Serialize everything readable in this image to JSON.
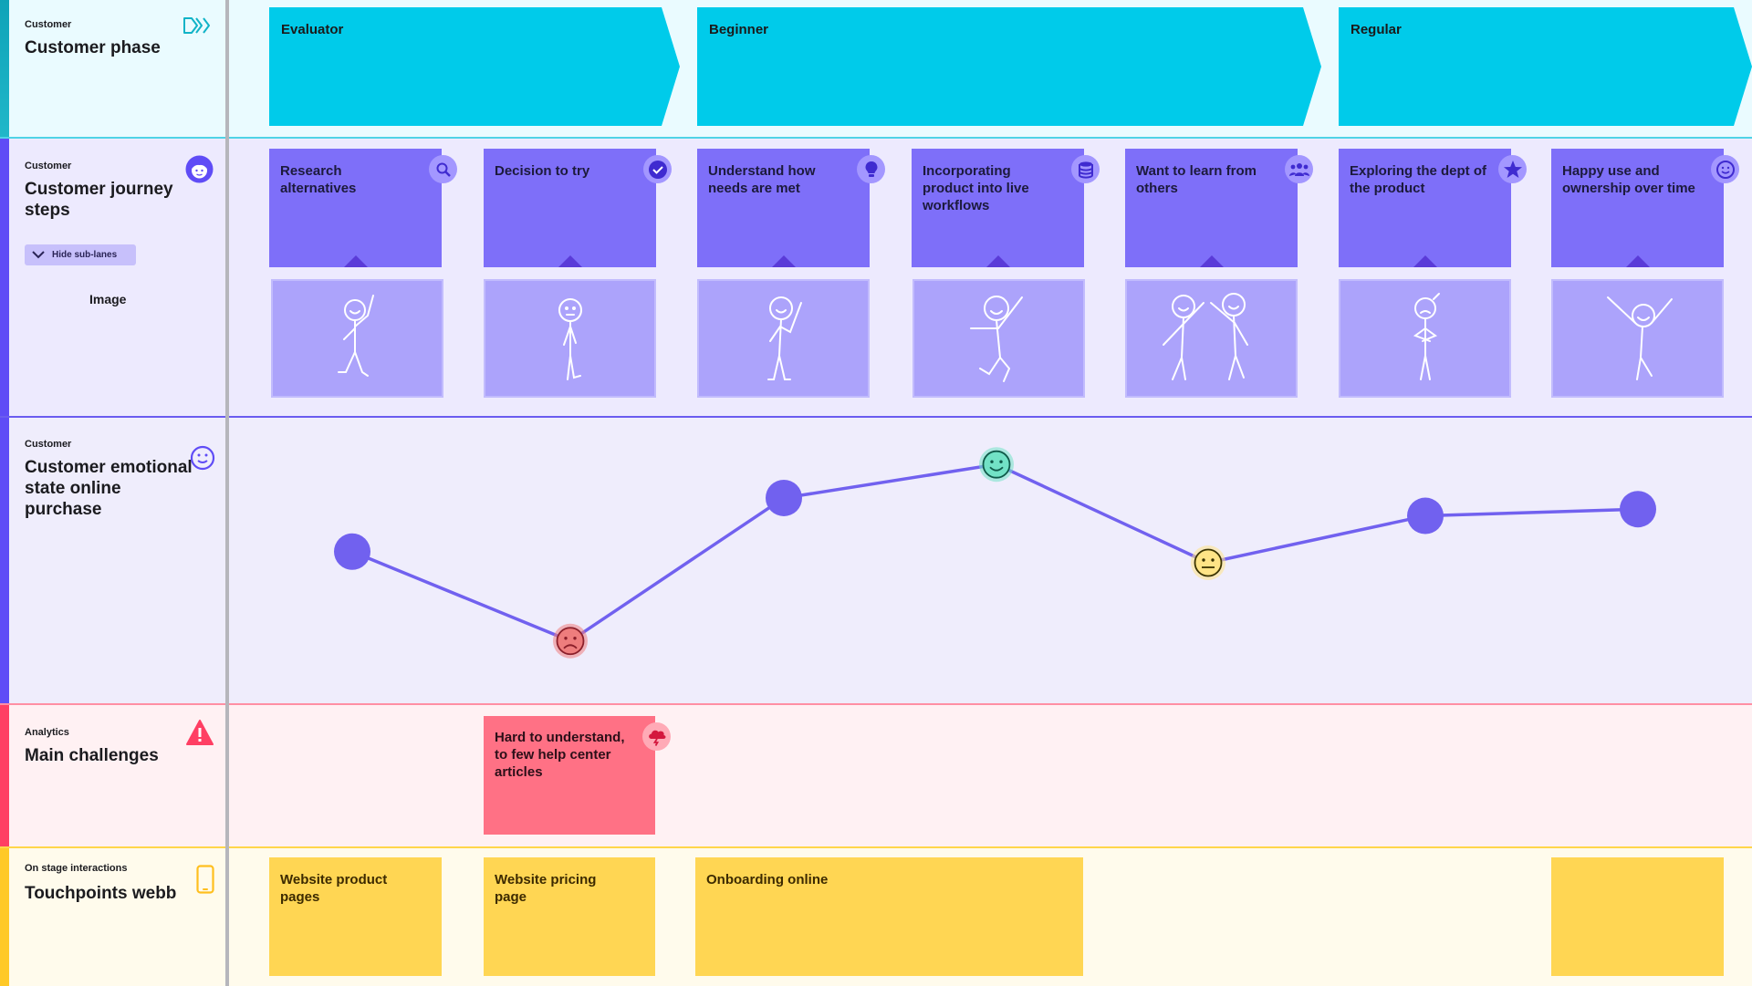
{
  "colors": {
    "phase_lane_bg": "#eafbff",
    "phase_accent": "#00cbea",
    "journey_lane_bg": "#edeafe",
    "journey_accent": "#5f4cf6",
    "card_purple": "#7e6ff9",
    "image_card": "#aca3fb",
    "emotion_line": "#7161ef",
    "challenges_lane_bg": "#fff1f3",
    "challenges_accent": "#ff3f63",
    "challenge_card": "#ff7185",
    "touchpoints_lane_bg": "#fffbec",
    "touchpoints_accent": "#ffc927",
    "touchpoint_card": "#ffd653",
    "emotion_sad": "#ee7d7d",
    "emotion_happy": "#72e2c6",
    "emotion_neutral": "#ffe486"
  },
  "lanes": {
    "phase": {
      "small": "Customer",
      "title": "Customer phase",
      "icon": "double-chevron-icon"
    },
    "journey": {
      "small": "Customer",
      "title": "Customer journey steps",
      "icon": "person-avatar-icon",
      "hide_button": "Hide sub-lanes",
      "image_label": "Image"
    },
    "emotion": {
      "small": "Customer",
      "title": "Customer emotional state online purchase",
      "icon": "smiley-icon"
    },
    "challenges": {
      "small": "Analytics",
      "title": "Main challenges",
      "icon": "warning-triangle-icon"
    },
    "touchpoints": {
      "small": "On stage interactions",
      "title": "Touchpoints webb",
      "icon": "mobile-phone-icon"
    }
  },
  "phases": [
    {
      "label": "Evaluator"
    },
    {
      "label": "Beginner"
    },
    {
      "label": "Regular"
    }
  ],
  "steps": [
    {
      "label": "Research alternatives",
      "icon": "magnifier-icon"
    },
    {
      "label": "Decision to try",
      "icon": "checkmark-icon"
    },
    {
      "label": "Understand how needs are met",
      "icon": "lightbulb-icon"
    },
    {
      "label": "Incorporating product into live workflows",
      "icon": "database-icon"
    },
    {
      "label": "Want to learn from others",
      "icon": "group-icon"
    },
    {
      "label": "Exploring the dept of the product",
      "icon": "star-icon"
    },
    {
      "label": "Happy use and ownership over time",
      "icon": "smiley-icon"
    }
  ],
  "emotions": [
    {
      "step": "Research alternatives",
      "level": 0.45,
      "mood": "none"
    },
    {
      "step": "Decision to try",
      "level": 0.05,
      "mood": "sad"
    },
    {
      "step": "Understand how needs are met",
      "level": 0.69,
      "mood": "none"
    },
    {
      "step": "Incorporating product into live workflows",
      "level": 0.84,
      "mood": "happy"
    },
    {
      "step": "Want to learn from others",
      "level": 0.4,
      "mood": "neutral"
    },
    {
      "step": "Exploring the dept of the product",
      "level": 0.61,
      "mood": "none"
    },
    {
      "step": "Happy use and ownership over time",
      "level": 0.64,
      "mood": "none"
    }
  ],
  "challenges": [
    {
      "label": "Hard to understand, to few help center articles",
      "icon": "storm-cloud-icon"
    }
  ],
  "touchpoints": [
    {
      "label": "Website product pages"
    },
    {
      "label": "Website pricing page"
    },
    {
      "label": "Onboarding online"
    },
    {
      "label": ""
    }
  ]
}
